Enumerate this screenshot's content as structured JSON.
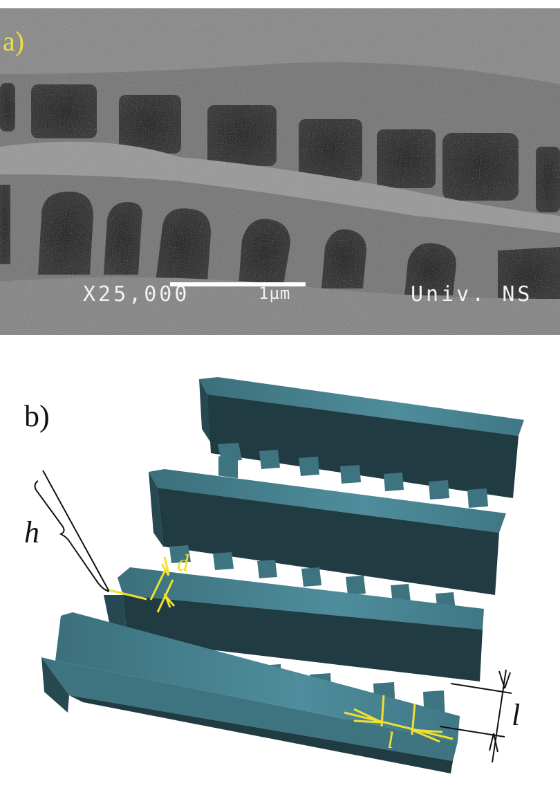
{
  "figure": {
    "panel_a": {
      "label": "a)",
      "label_color": "#e8e040",
      "type": "SEM micrograph",
      "magnification": "X25,000",
      "scale_bar_label": "1µm",
      "institution": "Univ. NS"
    },
    "panel_b": {
      "label": "b)",
      "type": "3D schematic of ladder-like structure",
      "structure_color": "#3e7380",
      "structure_dark_color": "#213b42",
      "annotation_color": "#f0e030",
      "dimensions": {
        "height": "h",
        "width": "d",
        "spacing_horizontal": "l",
        "spacing_vertical": "l"
      }
    }
  }
}
